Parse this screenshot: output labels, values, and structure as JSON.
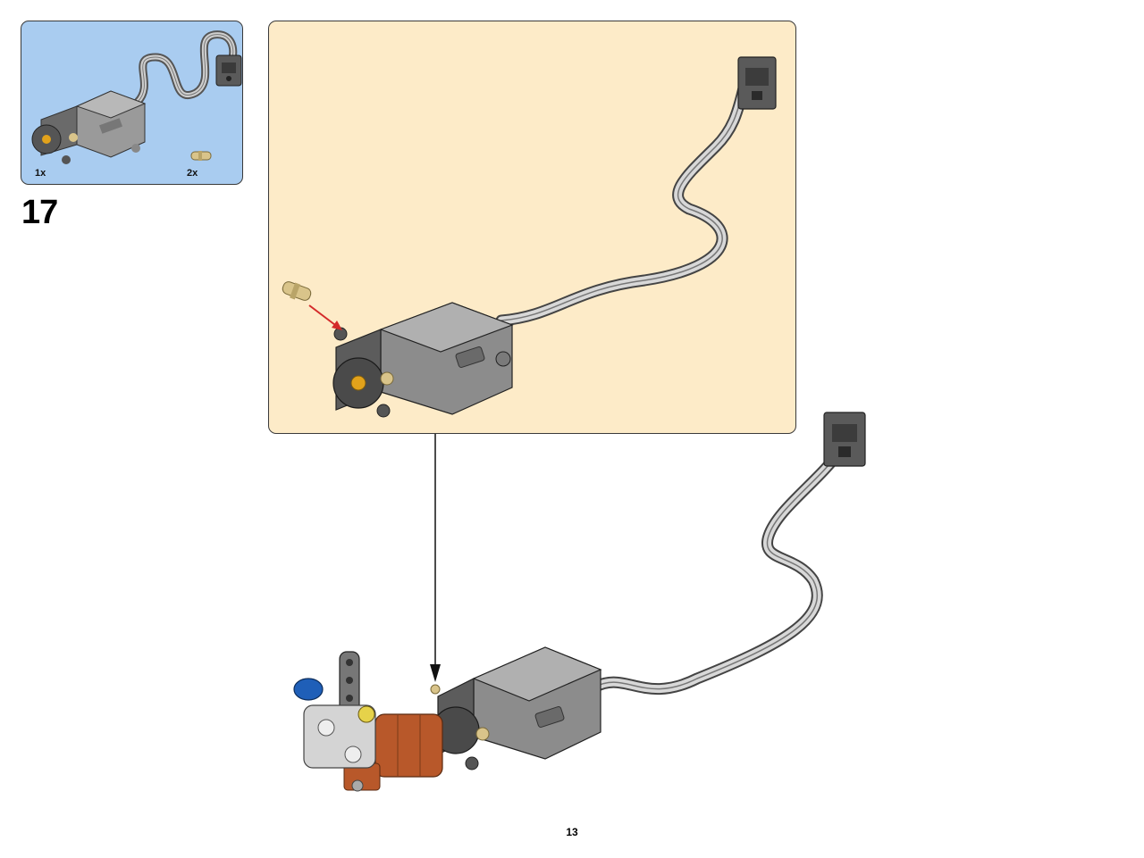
{
  "parts_list": {
    "items": [
      {
        "quantity": "1x",
        "icon": "power-functions-motor-icon"
      },
      {
        "quantity": "2x",
        "icon": "connector-pin-icon"
      }
    ]
  },
  "step": {
    "number": "17"
  },
  "page": {
    "number": "13"
  },
  "colors": {
    "parts_box_bg": "#a9ccf0",
    "callout_bg": "#fdebc8",
    "motor_gray": "#8c8c8c",
    "motor_dark": "#4a4a4a",
    "pin_tan": "#d9c48a",
    "gear_orange": "#b8582a",
    "arrow_red": "#d42a2a",
    "blue_part": "#1f5fb8"
  }
}
